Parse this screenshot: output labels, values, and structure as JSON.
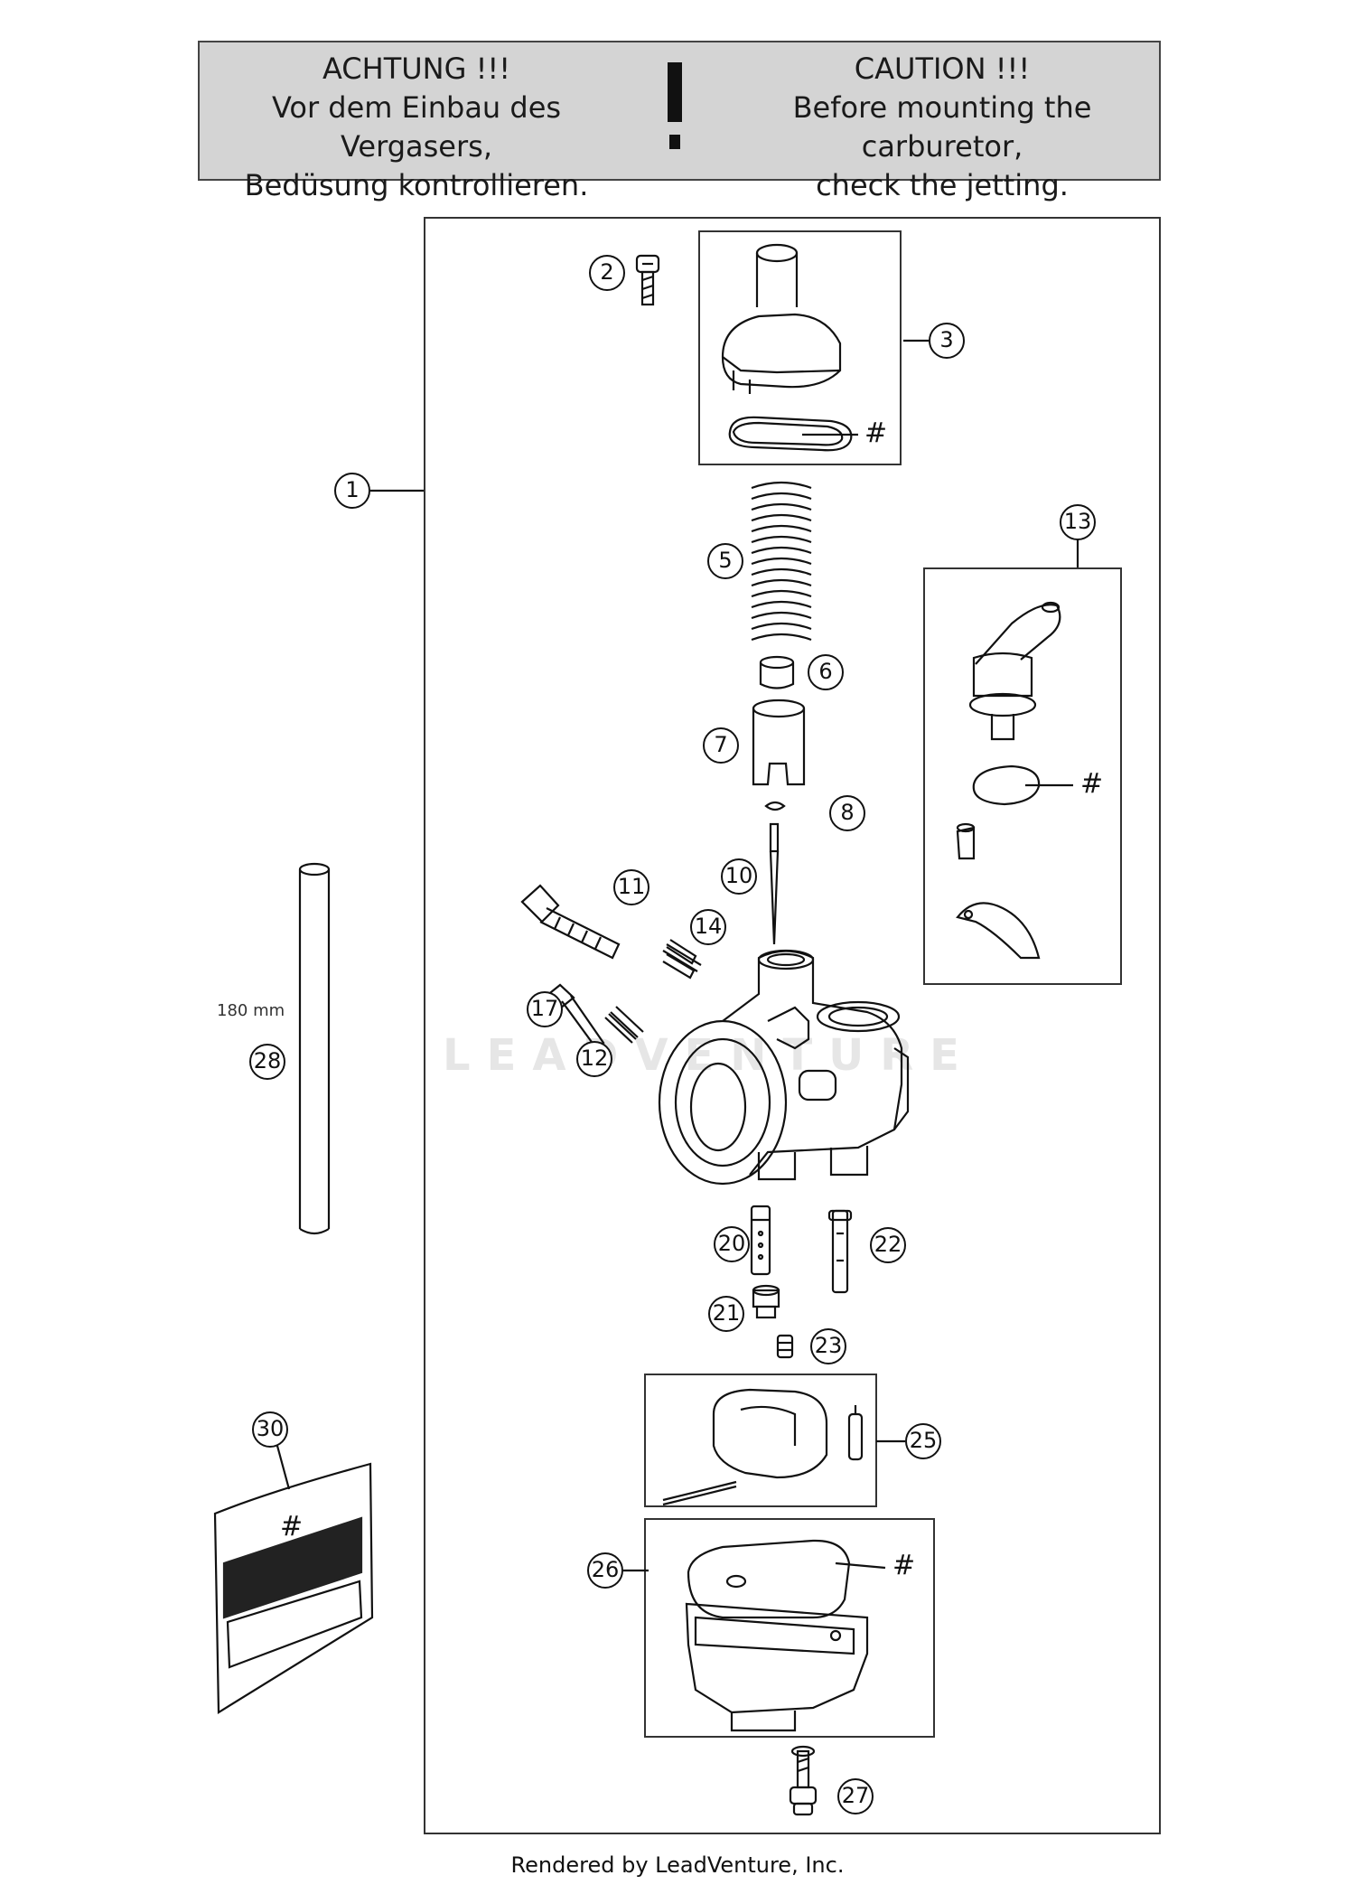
{
  "banner": {
    "de_line1": "ACHTUNG !!!",
    "de_line2": "Vor dem Einbau des Vergasers,",
    "de_line3": "Bedüsung kontrollieren.",
    "en_line1": "CAUTION !!!",
    "en_line2": "Before mounting the carburetor,",
    "en_line3": "check the jetting."
  },
  "callouts": {
    "c1": "1",
    "c2": "2",
    "c3": "3",
    "c5": "5",
    "c6": "6",
    "c7": "7",
    "c8": "8",
    "c10": "10",
    "c11": "11",
    "c12": "12",
    "c13": "13",
    "c14": "14",
    "c17": "17",
    "c20": "20",
    "c21": "21",
    "c22": "22",
    "c23": "23",
    "c25": "25",
    "c26": "26",
    "c27": "27",
    "c28": "28",
    "c30": "30"
  },
  "hash_mark": "#",
  "hose_length": "180 mm",
  "watermark": "LEADVENTURE",
  "footer": "Rendered by LeadVenture, Inc."
}
